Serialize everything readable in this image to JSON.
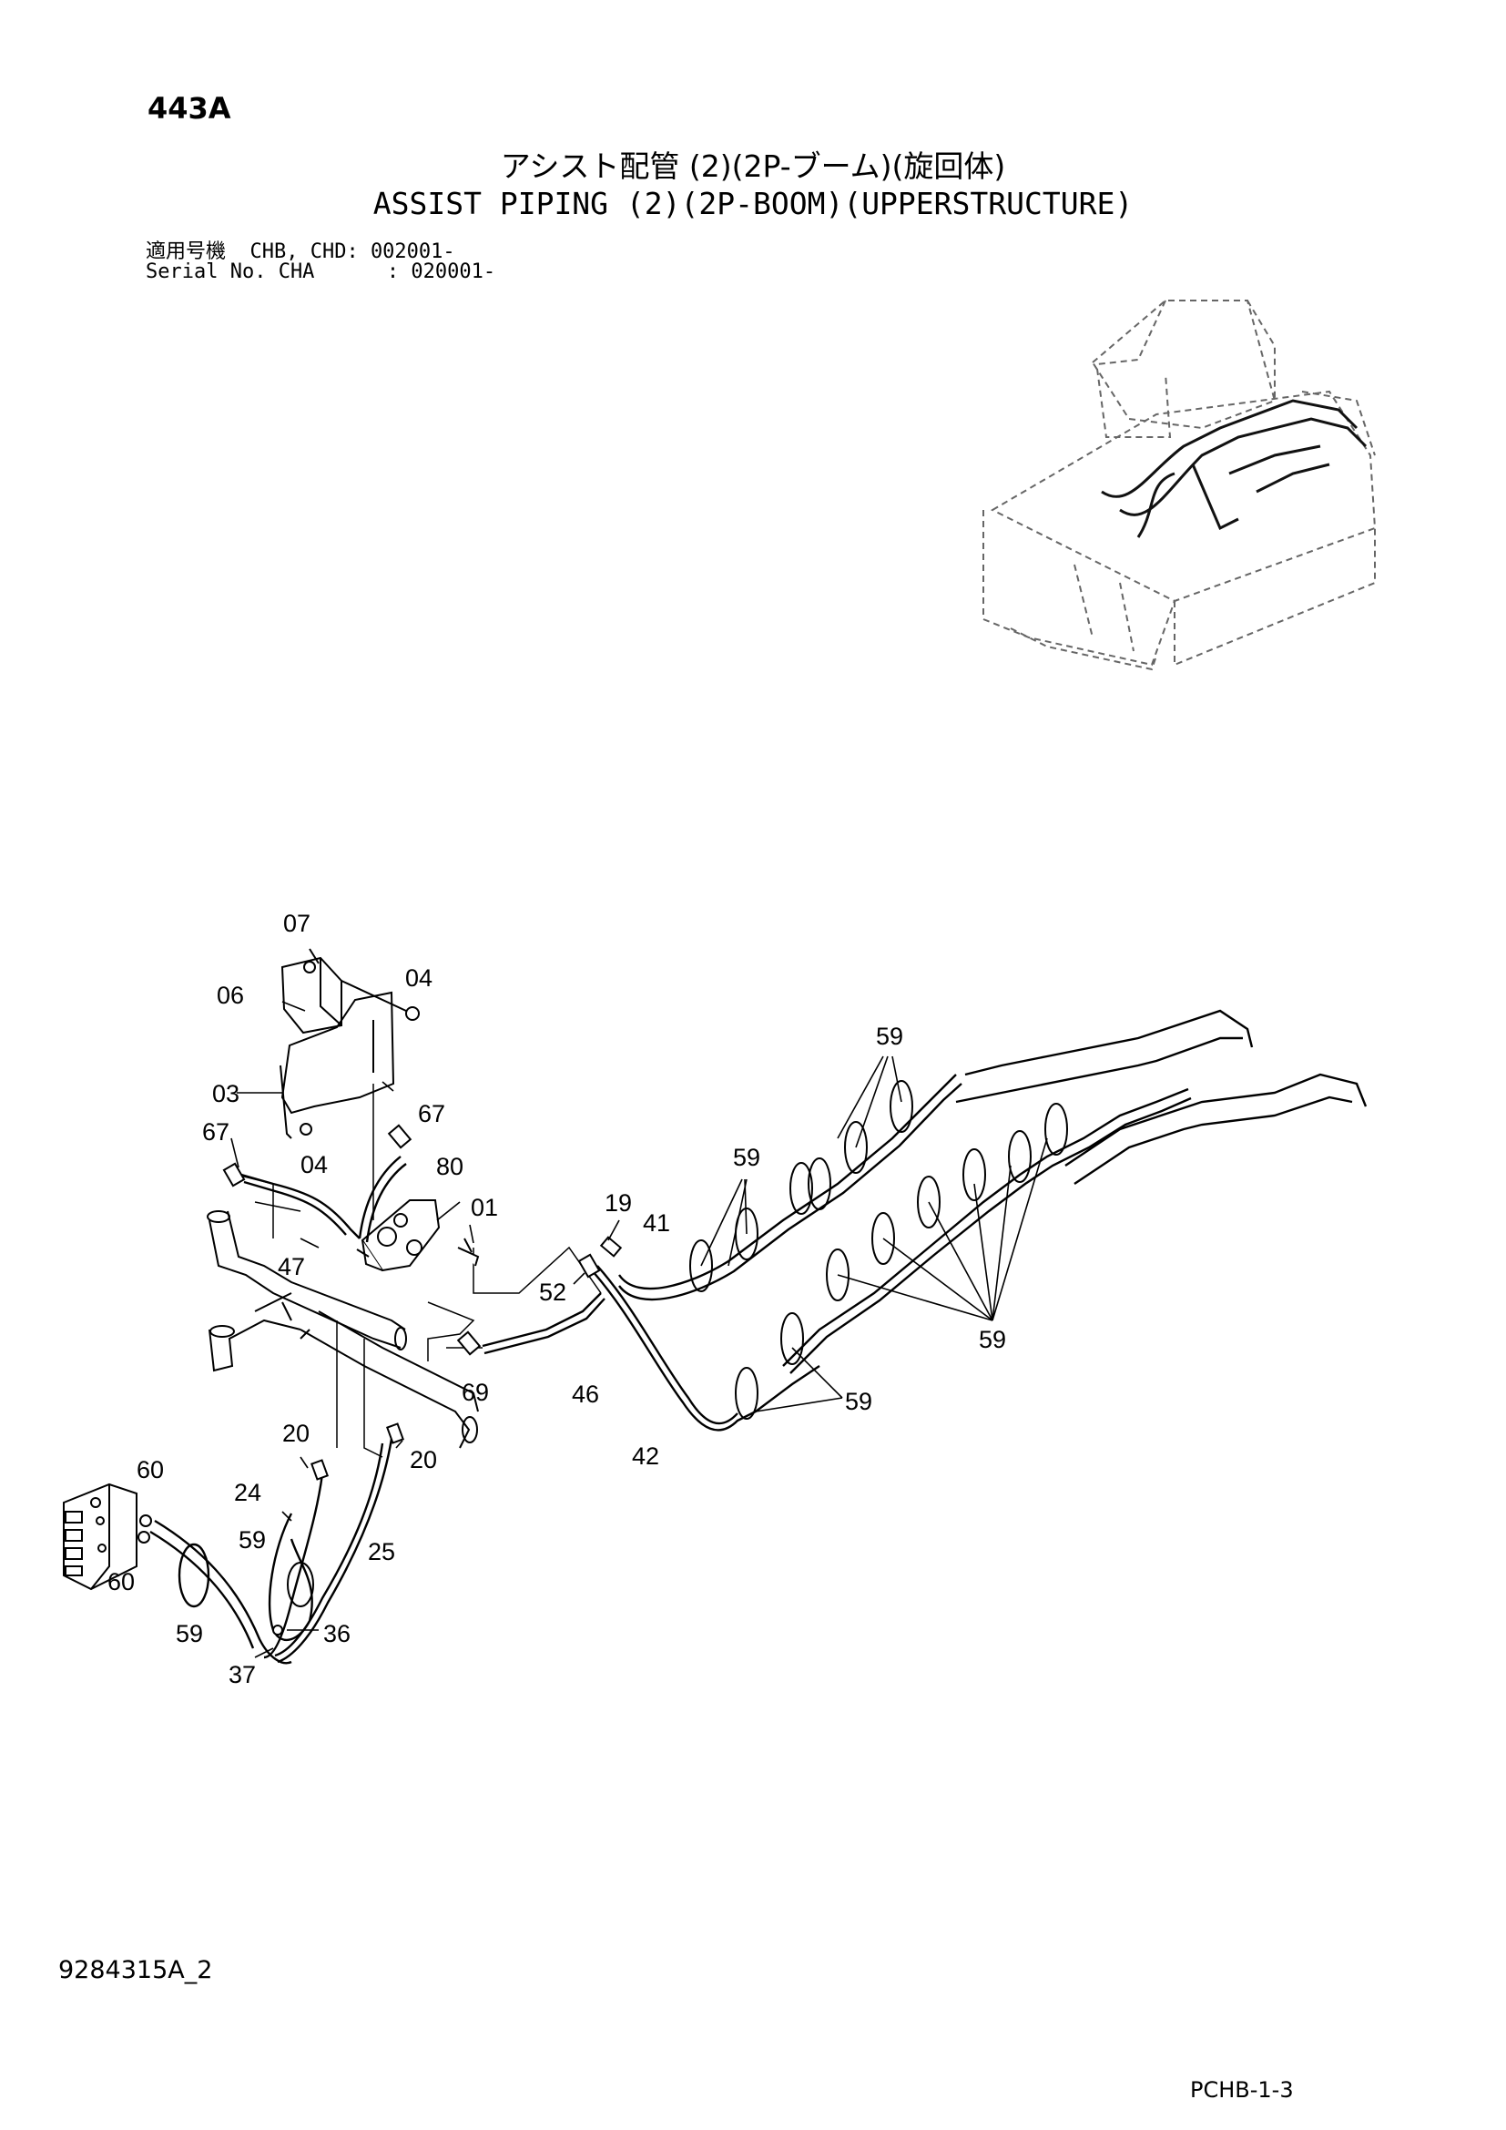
{
  "header": {
    "page_no": "443A",
    "title_jp": "アシスト配管 (2)(2P-ブーム)(旋回体)",
    "title_en": "ASSIST PIPING (2)(2P-BOOM)(UPPERSTRUCTURE)",
    "serial_line_1": "適用号機  CHB, CHD: 002001-",
    "serial_line_2": "Serial No. CHA      : 020001-"
  },
  "footer": {
    "doc_id": "9284315A_2",
    "page_code": "PCHB-1-3"
  },
  "callouts": {
    "c07": "07",
    "c06": "06",
    "c04a": "04",
    "c03": "03",
    "c67a": "67",
    "c67b": "67",
    "c04b": "04",
    "c80": "80",
    "c01": "01",
    "c19": "19",
    "c41": "41",
    "c52": "52",
    "c47": "47",
    "c69": "69",
    "c46": "46",
    "c42": "42",
    "c59a": "59",
    "c59b": "59",
    "c59c": "59",
    "c59d": "59",
    "c20a": "20",
    "c20b": "20",
    "c60a": "60",
    "c60b": "60",
    "c24": "24",
    "c59e": "59",
    "c25": "25",
    "c59f": "59",
    "c36": "36",
    "c37": "37"
  }
}
